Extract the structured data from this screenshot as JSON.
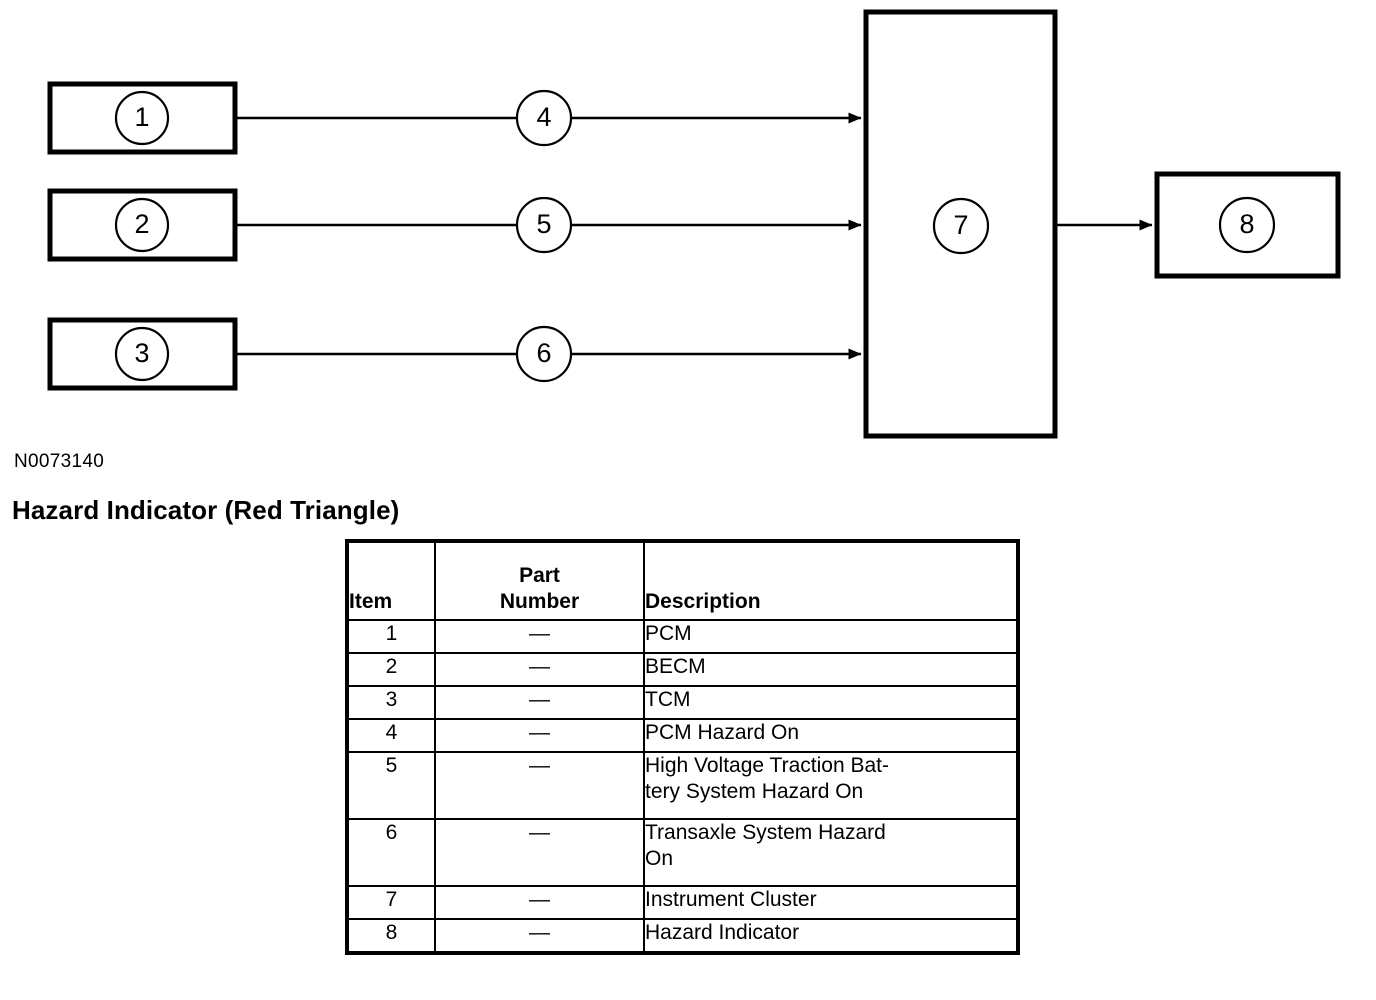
{
  "figure": {
    "id_label": "N0073140",
    "heading": "Hazard Indicator (Red Triangle)",
    "nodes": [
      {
        "num": "1",
        "shape": "rect",
        "role": "pcm-module"
      },
      {
        "num": "2",
        "shape": "rect",
        "role": "becm-module"
      },
      {
        "num": "3",
        "shape": "rect",
        "role": "tcm-module"
      },
      {
        "num": "4",
        "shape": "circle-on-line",
        "role": "pcm-hazard-on-signal"
      },
      {
        "num": "5",
        "shape": "circle-on-line",
        "role": "battery-hazard-on-signal"
      },
      {
        "num": "6",
        "shape": "circle-on-line",
        "role": "transaxle-hazard-on-signal"
      },
      {
        "num": "7",
        "shape": "rect-tall",
        "role": "instrument-cluster"
      },
      {
        "num": "8",
        "shape": "rect",
        "role": "hazard-indicator"
      }
    ]
  },
  "table": {
    "columns": [
      "Item",
      "Part Number",
      "Description"
    ],
    "column_header_lines": {
      "item": [
        "Item"
      ],
      "part_number": [
        "Part",
        "Number"
      ],
      "description": [
        "Description"
      ]
    },
    "rows": [
      {
        "item": "1",
        "part_number": "—",
        "description": "PCM",
        "lines": 1
      },
      {
        "item": "2",
        "part_number": "—",
        "description": "BECM",
        "lines": 1
      },
      {
        "item": "3",
        "part_number": "—",
        "description": "TCM",
        "lines": 1
      },
      {
        "item": "4",
        "part_number": "—",
        "description": "PCM Hazard On",
        "lines": 1
      },
      {
        "item": "5",
        "part_number": "—",
        "description": "High Voltage Traction Bat-\ntery System Hazard On",
        "lines": 2
      },
      {
        "item": "6",
        "part_number": "—",
        "description": "Transaxle System Hazard\nOn",
        "lines": 2
      },
      {
        "item": "7",
        "part_number": "—",
        "description": "Instrument Cluster",
        "lines": 1
      },
      {
        "item": "8",
        "part_number": "—",
        "description": "Hazard Indicator",
        "lines": 1
      }
    ]
  },
  "colors": {
    "ink": "#000000",
    "page": "#ffffff"
  }
}
